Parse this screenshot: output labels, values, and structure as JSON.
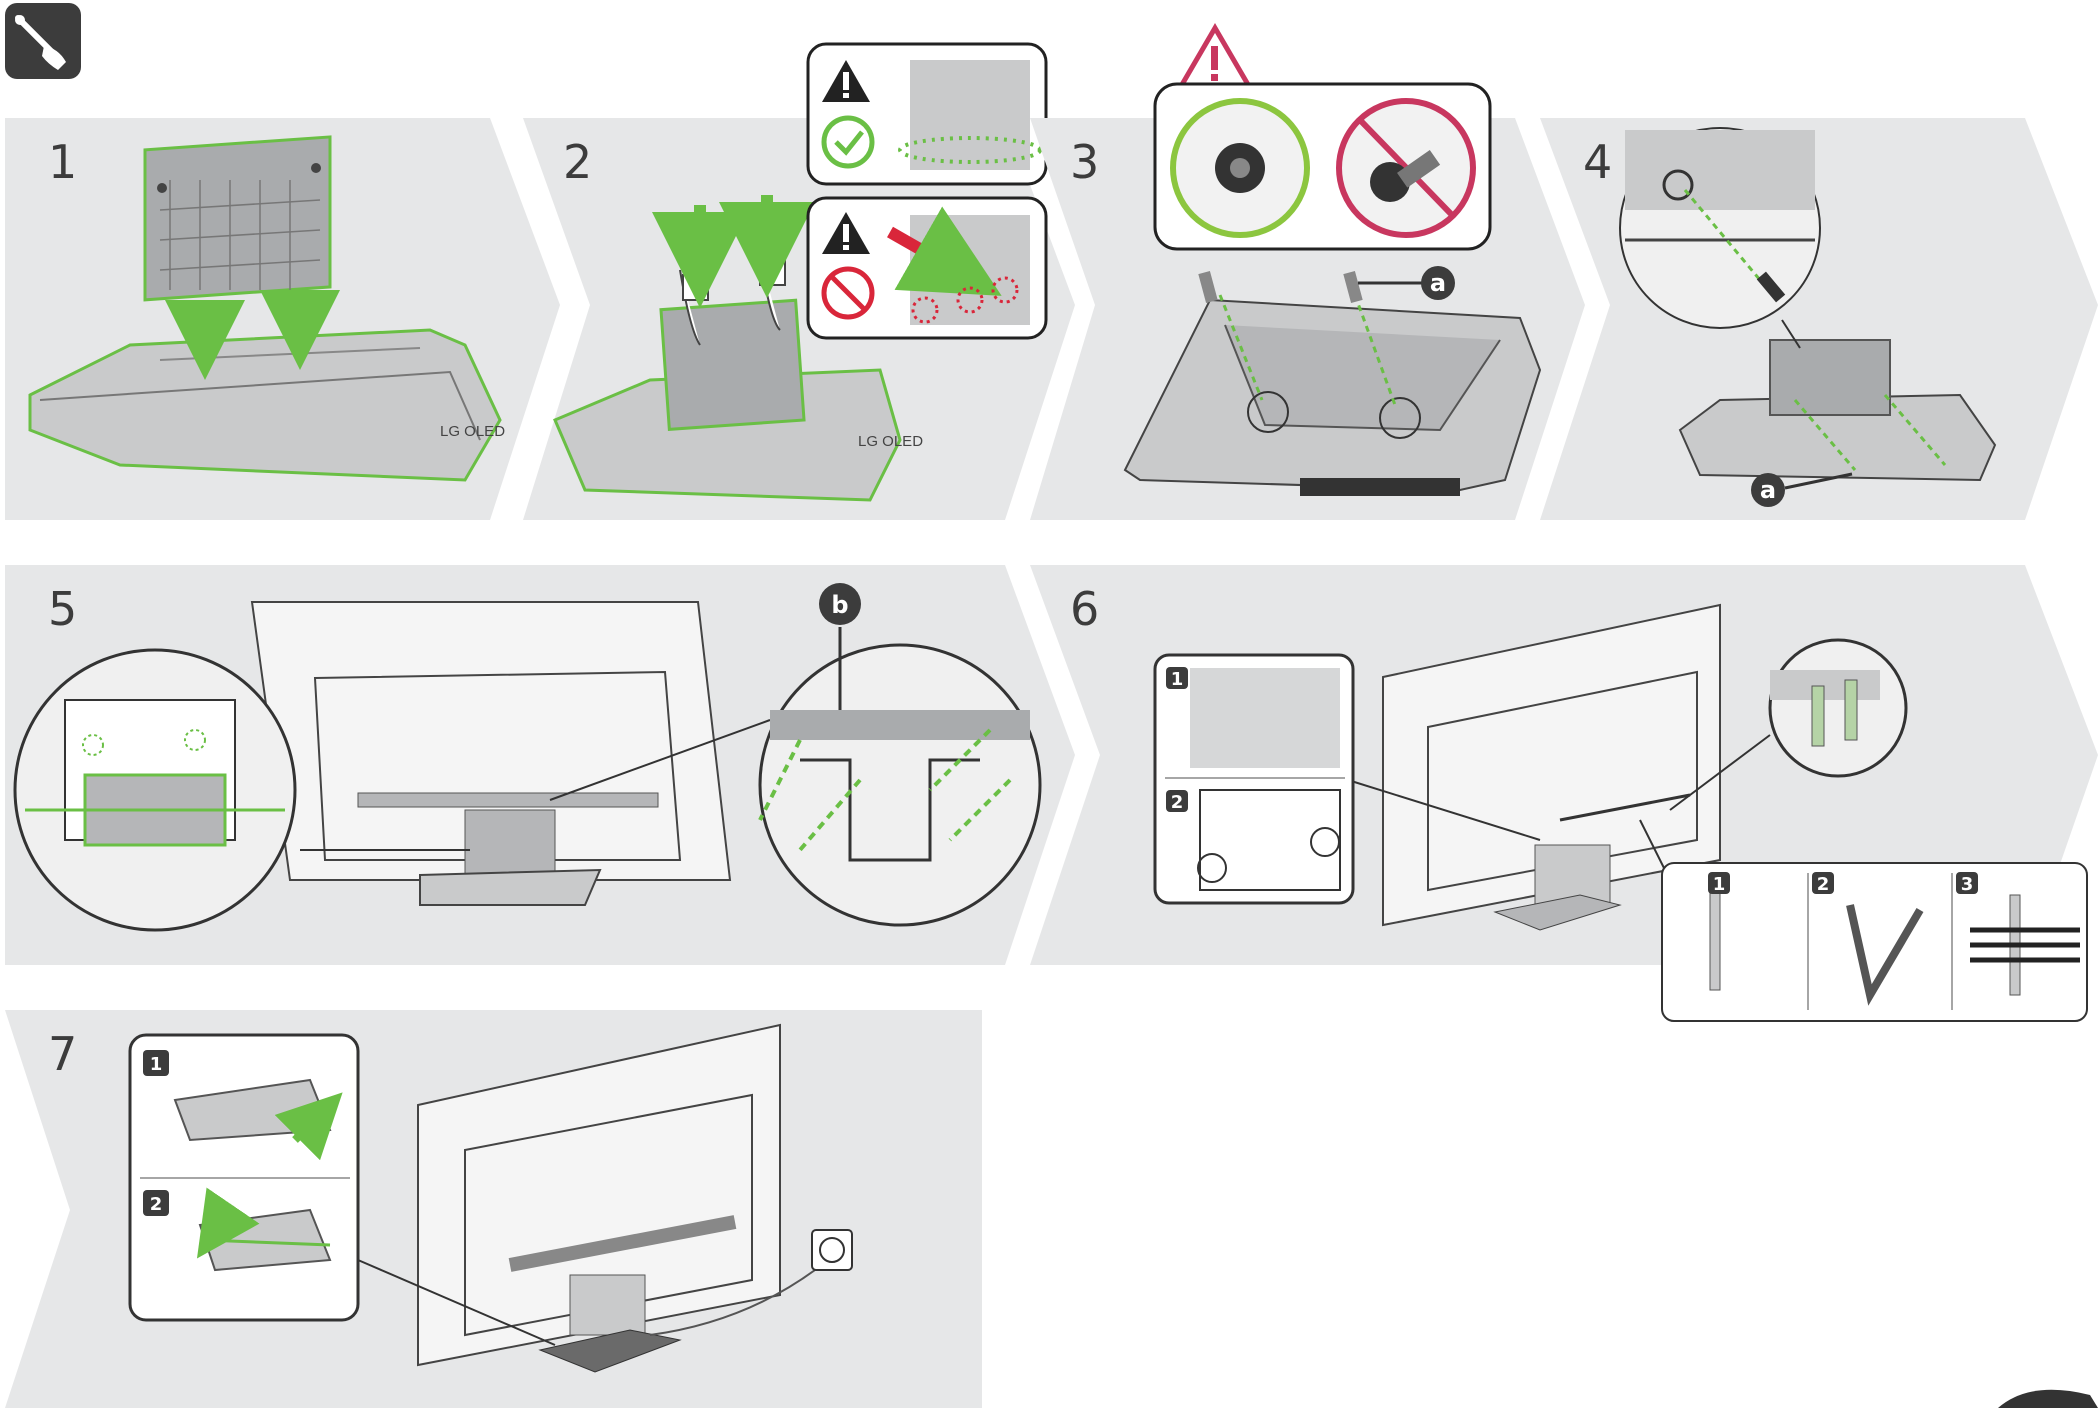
{
  "colors": {
    "panel": "#e6e7e8",
    "accent_green": "#6abf45",
    "warning_red": "#d9263a",
    "prohibit_red": "#c8375f",
    "line": "#3a3a3a",
    "badge": "#3c3c3c"
  },
  "icons": {
    "tool": "screwdriver-hand-icon",
    "warning": "warning-triangle-icon",
    "ok": "check-circle-icon",
    "prohibited": "prohibited-circle-icon",
    "outlet": "power-outlet-icon"
  },
  "steps": [
    {
      "number": "1"
    },
    {
      "number": "2"
    },
    {
      "number": "3"
    },
    {
      "number": "4"
    },
    {
      "number": "5"
    },
    {
      "number": "6"
    },
    {
      "number": "7"
    }
  ],
  "stand_brand_label": "LG OLED",
  "part_labels": {
    "screw_a": "a",
    "screw_b": "b"
  },
  "substeps": {
    "step6_inset": [
      "1",
      "2"
    ],
    "step6_clip": [
      "1",
      "2",
      "3"
    ],
    "step7_inset": [
      "1",
      "2"
    ]
  }
}
